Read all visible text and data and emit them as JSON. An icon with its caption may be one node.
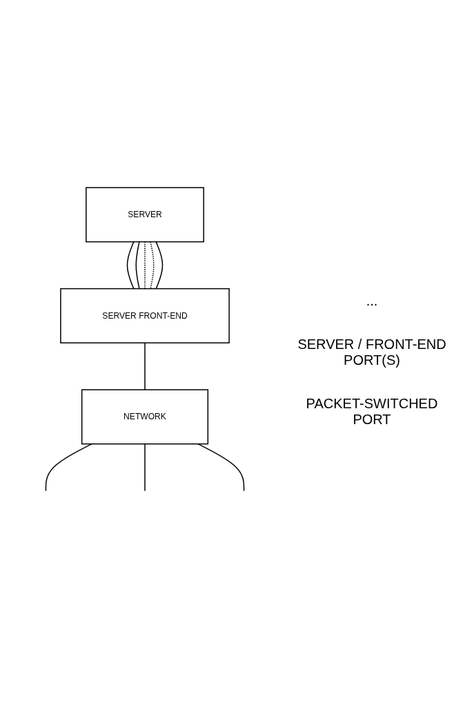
{
  "diagram": {
    "nodes": [
      {
        "text": [
          "SERVER"
        ]
      },
      {
        "text": [
          "SERVER FRONT-END"
        ]
      },
      {
        "text": [
          "NETWORK"
        ]
      }
    ],
    "edges": [
      {
        "from": 0,
        "to": 1,
        "arrow": "none"
      },
      {
        "from": 0,
        "to": 1,
        "arrow": "none"
      },
      {
        "from": 0,
        "to": 1,
        "arrow": "none",
        "style": "dashed"
      },
      {
        "from": 0,
        "to": 1,
        "arrow": "none",
        "style": "dashed"
      },
      {
        "from": 0,
        "to": 1,
        "arrow": "none"
      },
      {
        "from": 1,
        "to": 2,
        "arrow": "none"
      },
      {
        "from": 2,
        "to": null,
        "arrow": "none"
      },
      {
        "from": 2,
        "to": null,
        "arrow": "none"
      },
      {
        "from": 2,
        "to": null,
        "arrow": "none"
      }
    ],
    "labels": [
      "...",
      "SERVER / FRONT-END PORT(S)",
      "PACKET-SWITCHED PORT"
    ]
  }
}
